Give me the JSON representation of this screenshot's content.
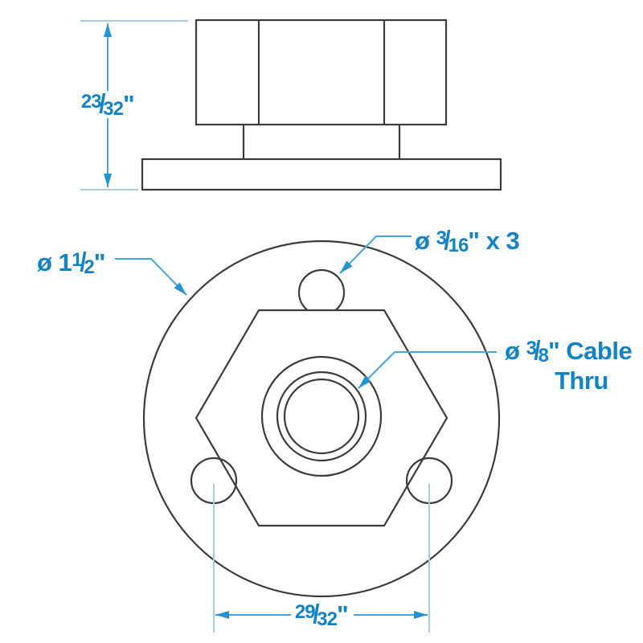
{
  "colors": {
    "outline": "#3b3b3b",
    "dimension_text": "#1383c6",
    "leader_line": "#4ba4d8",
    "arrow_fill": "#2494d1",
    "extension_line": "#a5cce1",
    "background": "#ffffff"
  },
  "glyphs": {
    "fraction_slash": "/"
  },
  "labels": {
    "height": {
      "prefix": "",
      "num": "23",
      "den": "32",
      "suffix": "\""
    },
    "flange_diameter": {
      "prefix": "ø 1",
      "num": "1",
      "den": "2",
      "suffix": "\""
    },
    "mount_holes": {
      "prefix": "ø ",
      "num": "3",
      "den": "16",
      "suffix": "\" x 3"
    },
    "cable_thru": {
      "prefix": "ø ",
      "num": "3",
      "den": "8",
      "suffix": "\" Cable",
      "line2": "Thru"
    },
    "hole_spacing": {
      "prefix": "",
      "num": "29",
      "den": "32",
      "suffix": "\""
    }
  }
}
